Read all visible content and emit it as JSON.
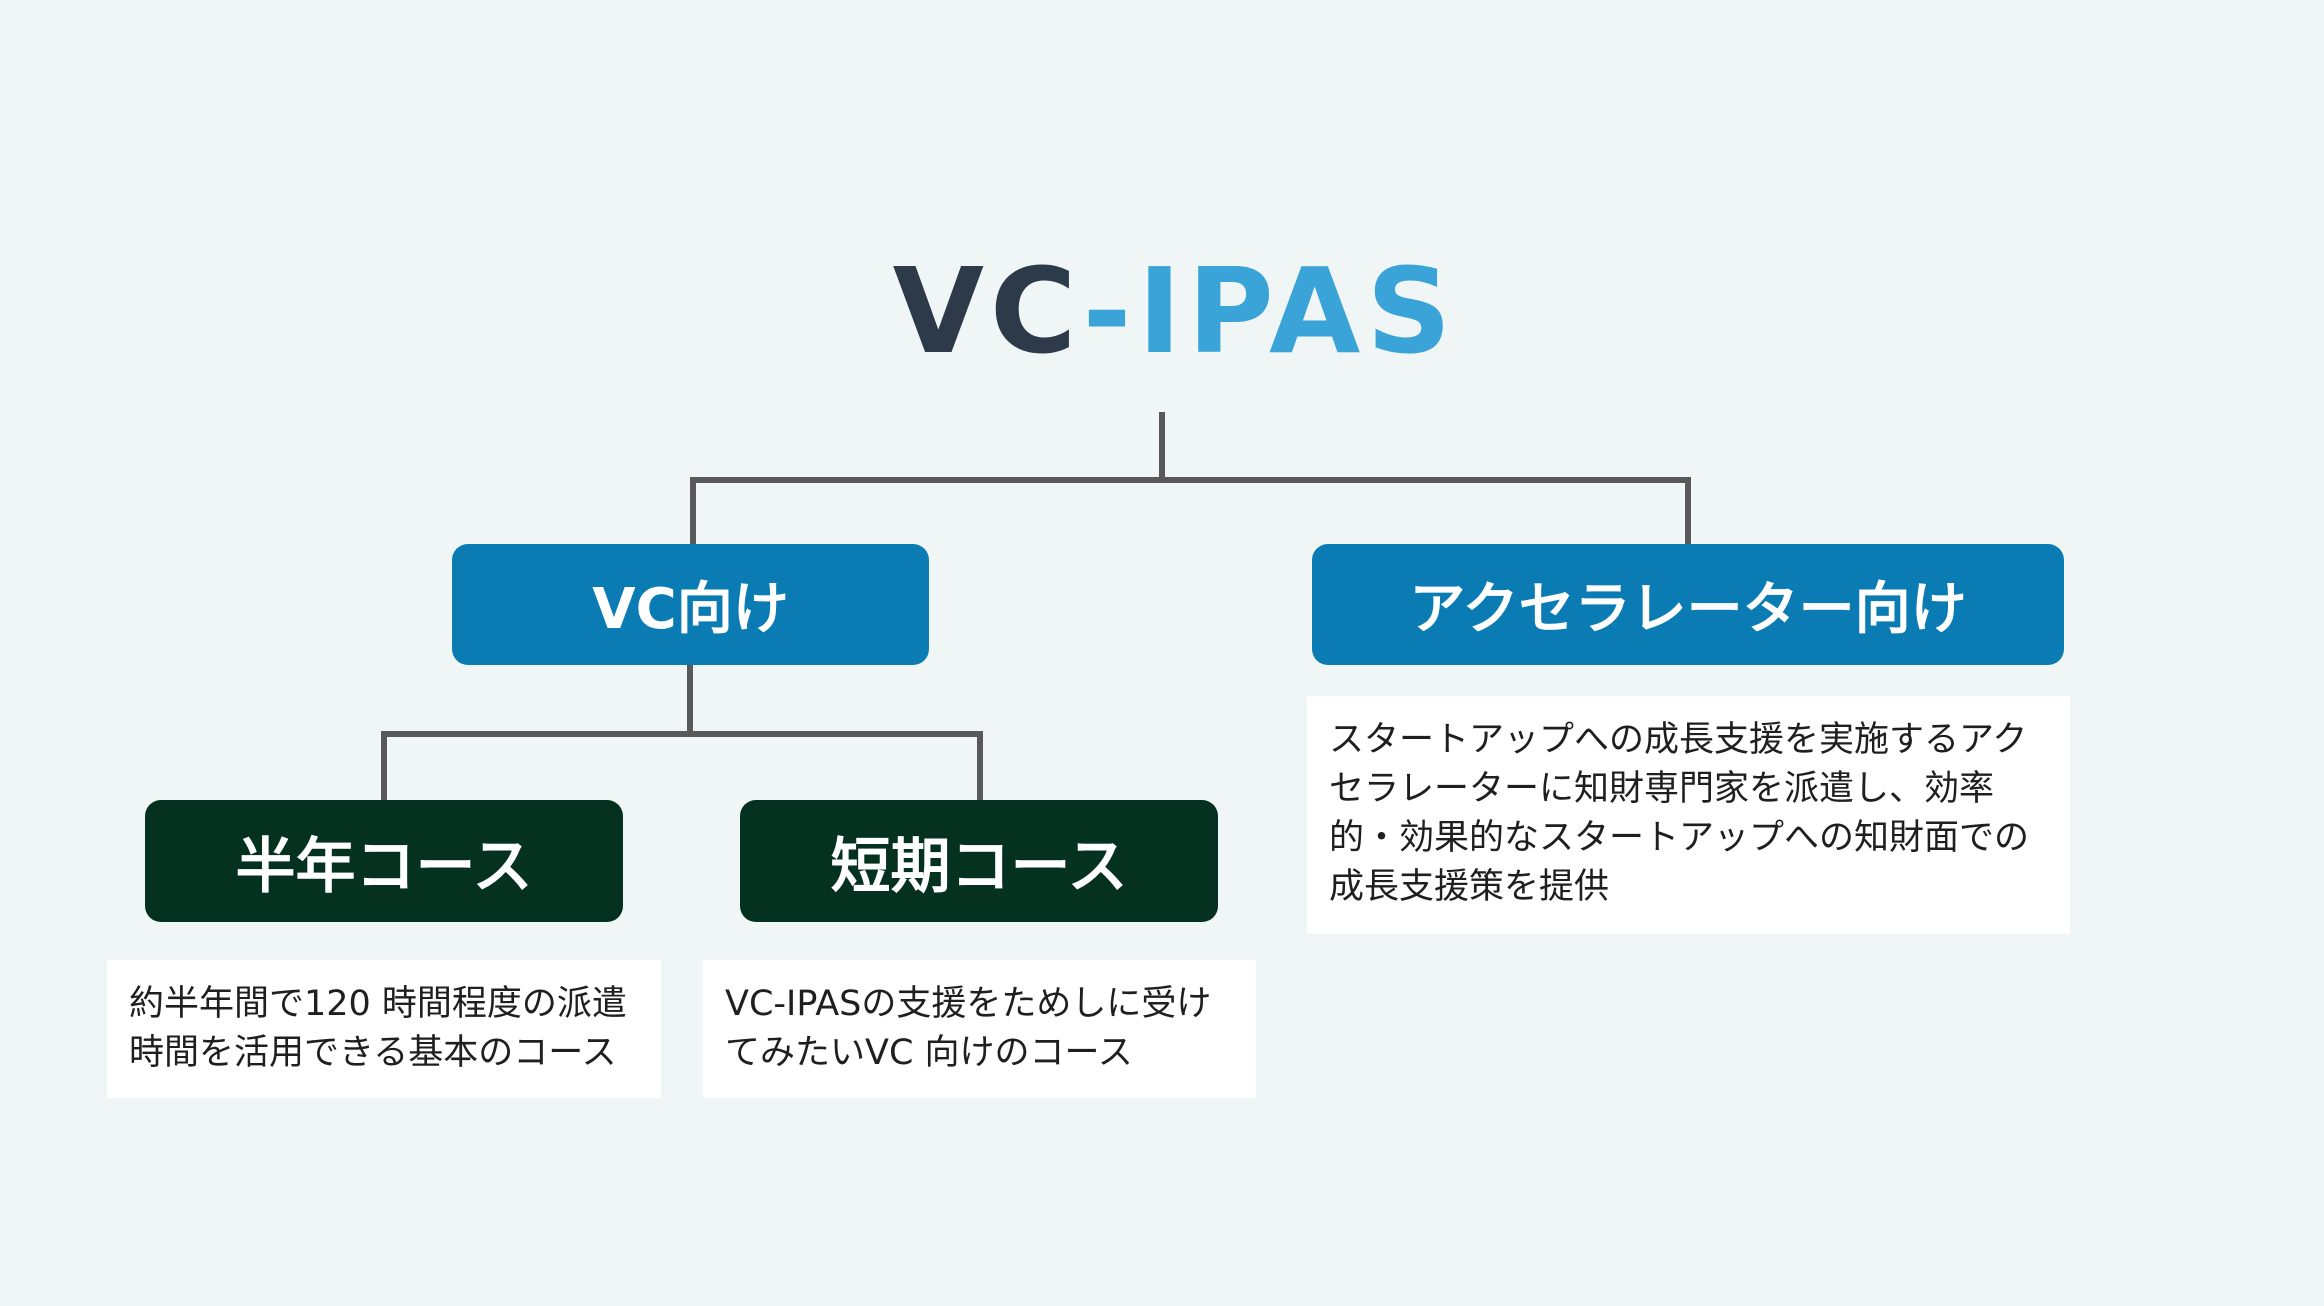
{
  "logo": {
    "text": "VC-IPAS",
    "dark_part": "VC",
    "blue_part": "-IPAS",
    "colors": {
      "dark": "#2c3a4a",
      "blue": "#3aa3d8"
    }
  },
  "branches": {
    "vc": {
      "label": "VC向け",
      "color": "#0b7bb3",
      "courses": [
        {
          "label": "半年コース",
          "color": "#053220",
          "description": [
            "約半年間で120 時間程度の派遣",
            "時間を活用できる基本のコース"
          ]
        },
        {
          "label": "短期コース",
          "color": "#053220",
          "description": [
            "VC-IPASの支援をためしに受け",
            "てみたいVC 向けのコース"
          ]
        }
      ]
    },
    "accelerator": {
      "label": "アクセラレーター向け",
      "color": "#0b7bb3",
      "description": [
        "スタートアップへの成長支援を実施するアク",
        "セラレーターに知財専門家を派遣し、効率",
        "的・効果的なスタートアップへの知財面での",
        "成長支援策を提供"
      ]
    }
  },
  "colors": {
    "background": "#eff6f5",
    "connector": "#595959",
    "card": "#ffffff"
  }
}
